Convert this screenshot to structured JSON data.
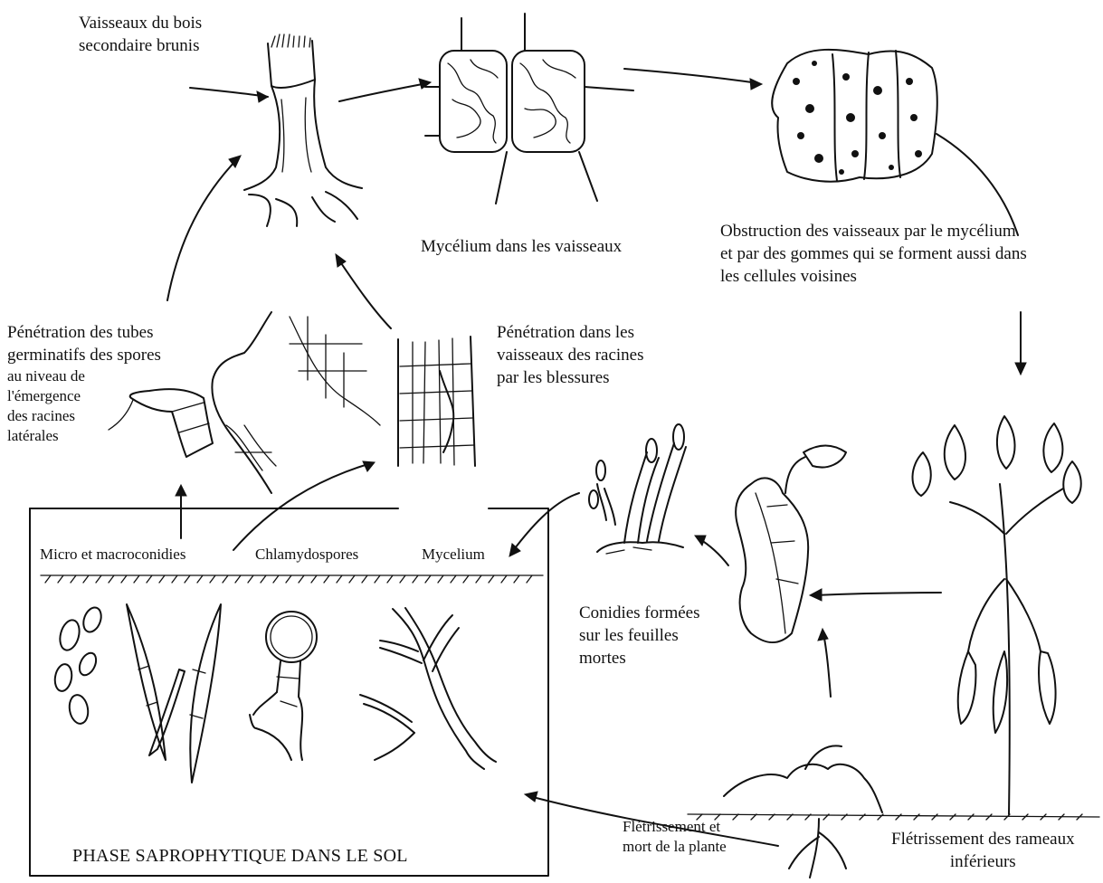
{
  "labels": {
    "vessels": [
      "Vaisseaux du bois",
      "secondaire brunis"
    ],
    "mycelium_in_vessels": "Mycélium dans les vaisseaux",
    "obstruction": [
      "Obstruction des vaisseaux par le mycélium",
      "et par des gommes qui se forment aussi dans",
      "les cellules voisines"
    ],
    "penetration_germ_tubes": [
      "Pénétration des tubes",
      "germinatifs des spores",
      "au niveau de",
      "l'émergence",
      "des racines",
      "latérales"
    ],
    "penetration_roots": [
      "Pénétration dans les",
      "vaisseaux des racines",
      "par les blessures"
    ],
    "micro_macroconidia": "Micro et macroconidies",
    "chlamydospores": "Chlamydospores",
    "mycelium_soil": "Mycelium",
    "conidia_dead_leaves": [
      "Conidies formées",
      "sur les feuilles",
      "mortes"
    ],
    "lower_branches_wilting": [
      "Flétrissement des rameaux",
      "inférieurs"
    ],
    "plant_wilt_death": [
      "Flétrissement et",
      "mort de la plante"
    ],
    "saprophytic_phase": "PHASE SAPROPHYTIQUE DANS LE SOL"
  }
}
